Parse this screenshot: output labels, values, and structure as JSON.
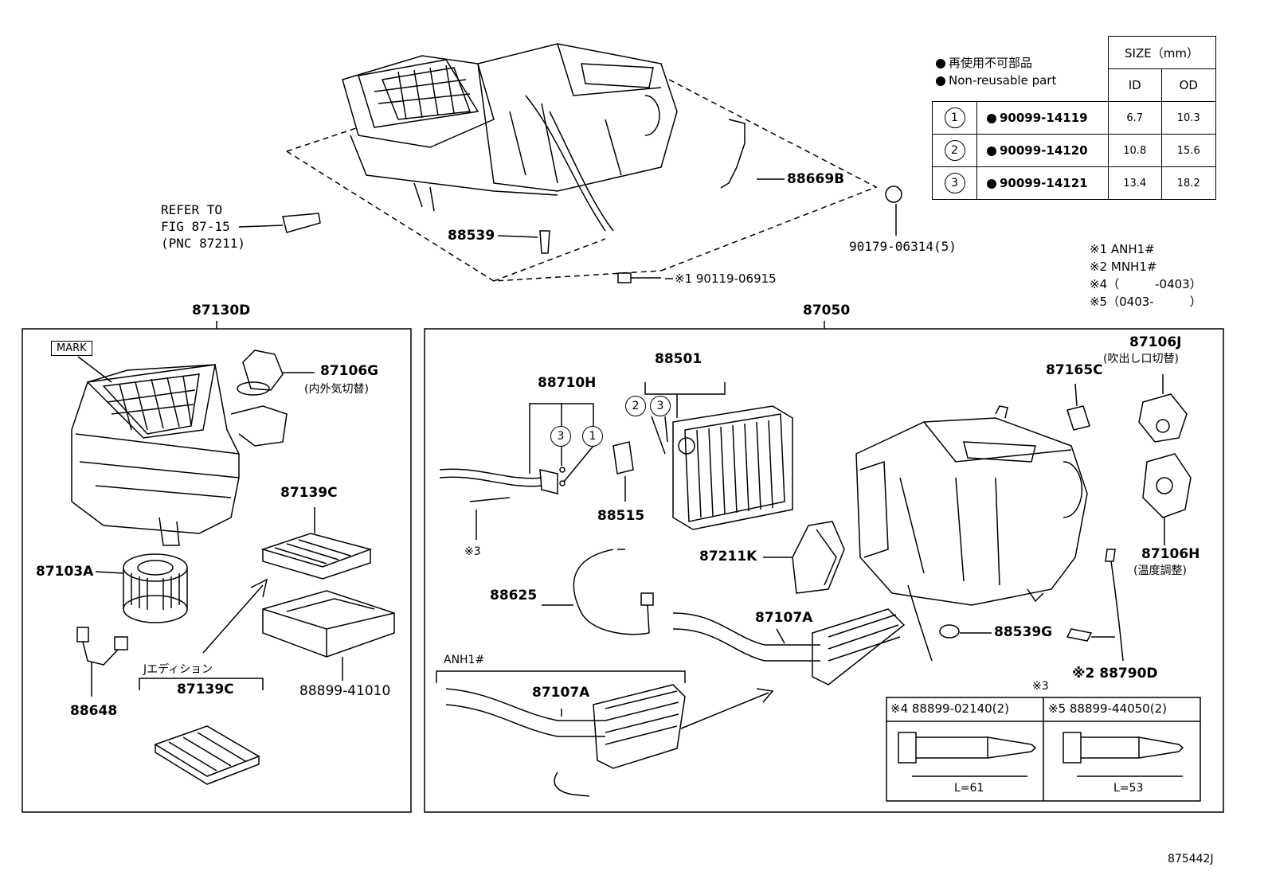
{
  "header": {
    "legend_jp": "再使用不可部品",
    "legend_en": "Non-reusable part",
    "size_title": "SIZE（mm）",
    "col_id": "ID",
    "col_od": "OD"
  },
  "size_rows": [
    {
      "no": "1",
      "part": "90099-14119",
      "id": "6.7",
      "od": "10.3"
    },
    {
      "no": "2",
      "part": "90099-14120",
      "id": "10.8",
      "od": "15.6"
    },
    {
      "no": "3",
      "part": "90099-14121",
      "id": "13.4",
      "od": "18.2"
    }
  ],
  "notes": [
    "※1 ANH1#",
    "※2 MNH1#",
    "※4（　　　-0403）",
    "※5（0403-　　　）"
  ],
  "top": {
    "refer1": "REFER TO",
    "refer2": "FIG 87-15",
    "refer3": "(PNC 87211)",
    "p88669B": "88669B",
    "p88539": "88539",
    "p90179": "90179-06314(5)",
    "p90119": "※1 90119-06915"
  },
  "left_group": {
    "title": "87130D",
    "mark": "MARK",
    "p87106G": "87106G",
    "p87106G_note": "(内外気切替)",
    "p87139C": "87139C",
    "p87103A": "87103A",
    "p88648": "88648",
    "jedition": "Jエディション",
    "p87139C_b": "87139C",
    "p88899": "88899-41010"
  },
  "right_group": {
    "title": "87050",
    "p88501": "88501",
    "p88710H": "88710H",
    "p88515": "88515",
    "p87165C": "87165C",
    "p87106J": "87106J",
    "p87106J_note": "(吹出し口切替)",
    "note3": "※3",
    "p88625": "88625",
    "p87211K": "87211K",
    "p87106H": "87106H",
    "p87106H_note": "(温度調整)",
    "p87107A": "87107A",
    "p88539G": "88539G",
    "p88790D": "※2 88790D",
    "anh": "ANH1#",
    "p87107A_b": "87107A",
    "bolt_note": "※3",
    "bolt4": "※4 88899-02140(2)",
    "bolt5": "※5 88899-44050(2)",
    "len4": "L=61",
    "len5": "L=53"
  },
  "figure_id": "875442J"
}
